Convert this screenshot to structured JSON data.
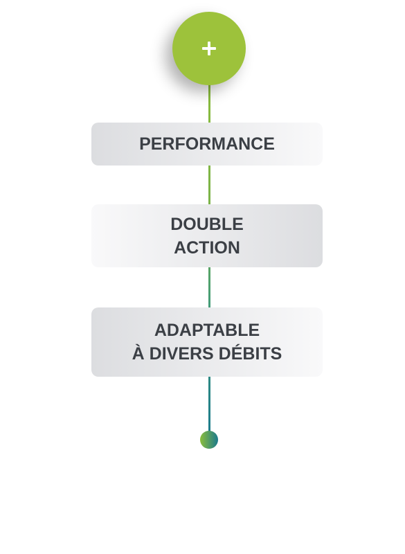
{
  "diagram": {
    "top_icon": "plus-icon",
    "steps": [
      {
        "label": "PERFORMANCE"
      },
      {
        "label": "DOUBLE\nACTION"
      },
      {
        "label": "ADAPTABLE\nÀ DIVERS DÉBITS"
      }
    ]
  },
  "colors": {
    "accent_green": "#9dc23b",
    "accent_teal": "#1b7a8c",
    "text": "#3b3f45"
  }
}
